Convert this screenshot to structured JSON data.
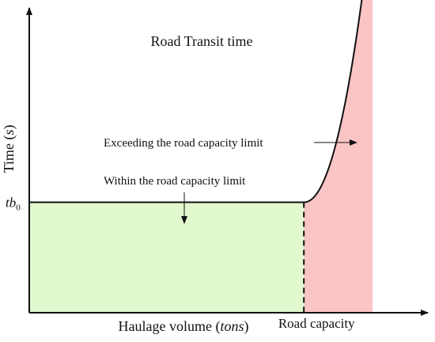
{
  "chart_data": {
    "type": "area",
    "title": "Road Transit time",
    "xlabel_main": "Haulage volume (",
    "xlabel_unit": "tons",
    "xlabel_end": ")",
    "ylabel_main": "Time (",
    "ylabel_unit": "s",
    "ylabel_end": ")",
    "y_tick_label": "tb",
    "y_tick_subscript": "0",
    "x_tick_label": "Road capacity",
    "x_axis_max": 1.15,
    "y_axis_max": 4,
    "capacity_x": 0.8,
    "max_volume_x": 1.0,
    "base_time_y": 1.0,
    "max_time_y": 3.62,
    "curve_exponent": 2.1,
    "regions": [
      {
        "name": "Within the road capacity limit",
        "x": [
          0,
          0.8
        ],
        "color": "#e2f8cf"
      },
      {
        "name": "Exceeding the road capacity limit",
        "x": [
          0.8,
          1.0
        ],
        "color": "#fbc5c5"
      }
    ],
    "annotations": {
      "within": "Within the road capacity limit",
      "exceeding": "Exceeding the road capacity limit"
    },
    "colors": {
      "within_fill": "#e2f8cf",
      "exceed_fill": "#fbc5c5",
      "line": "#111111"
    }
  }
}
